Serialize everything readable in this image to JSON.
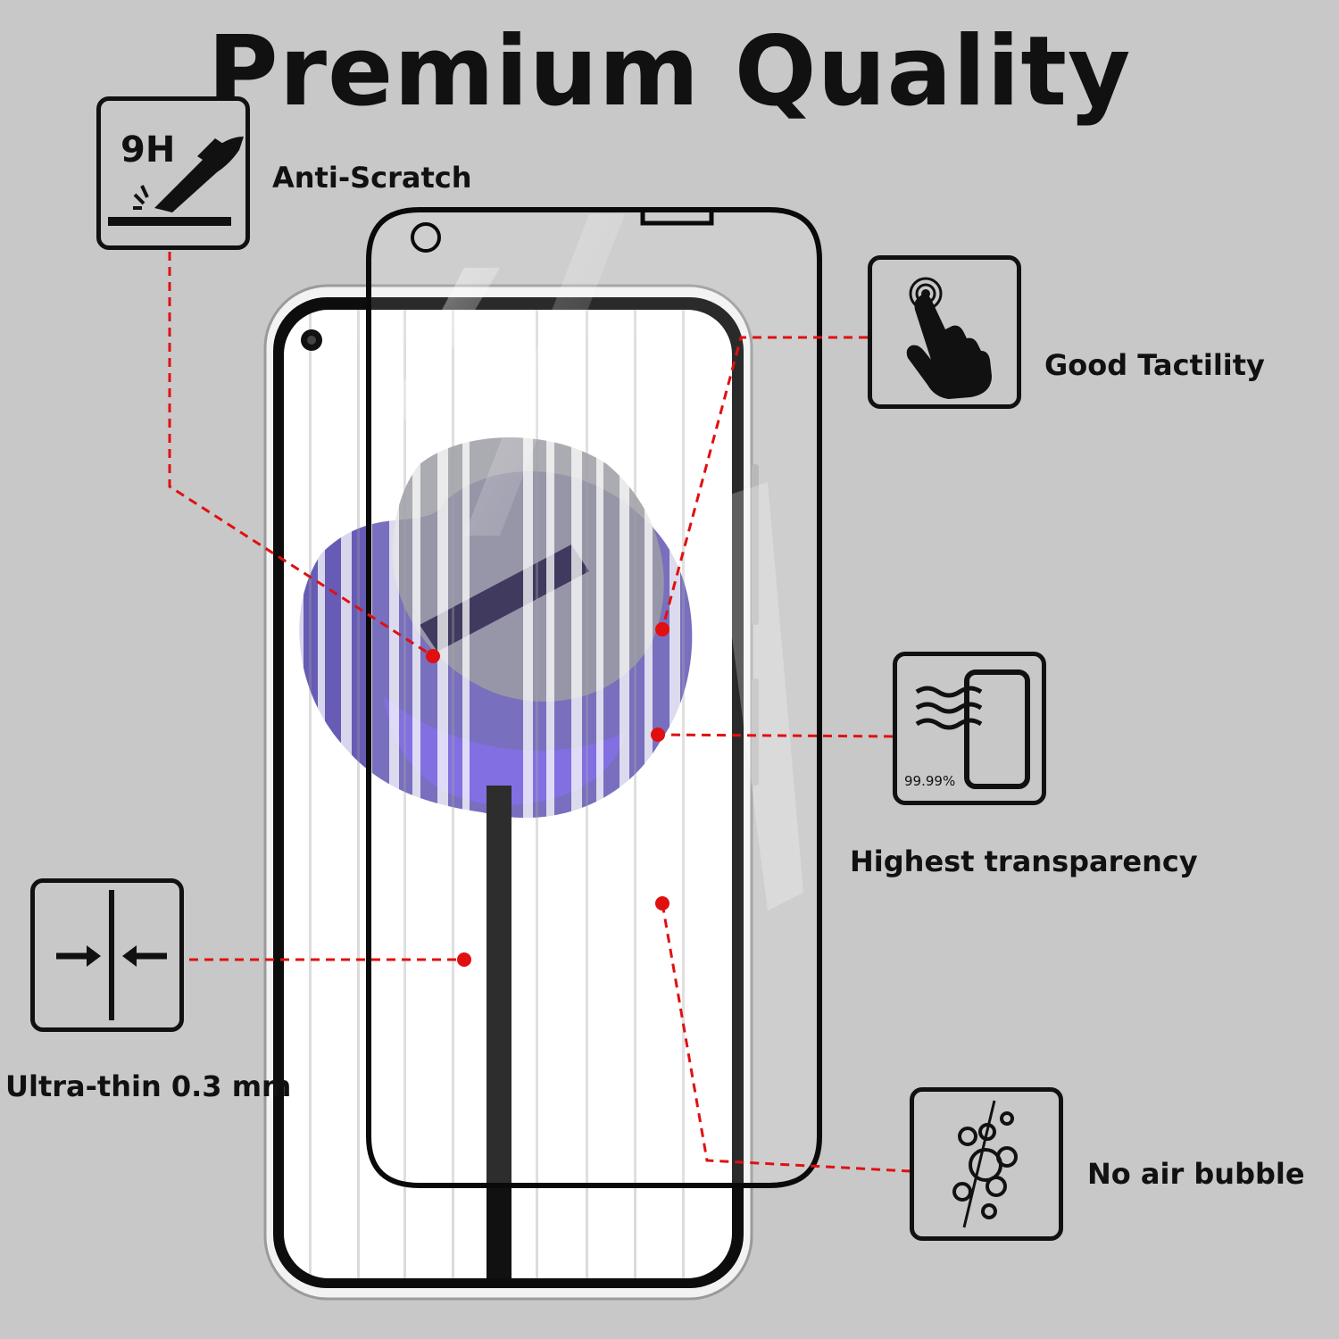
{
  "title": "Premium Quality",
  "features": {
    "anti_scratch": {
      "label": "Anti-Scratch",
      "badge": "9H"
    },
    "tactility": {
      "label": "Good Tactility"
    },
    "transparency": {
      "label": "Highest transparency",
      "badge": "99.99%"
    },
    "thin": {
      "label": "Ultra-thin 0.3 mm"
    },
    "bubble": {
      "label": "No air bubble"
    }
  },
  "colors": {
    "background": "#c8c8c8",
    "leader": "#e01010",
    "accent": "#6a5acd"
  }
}
